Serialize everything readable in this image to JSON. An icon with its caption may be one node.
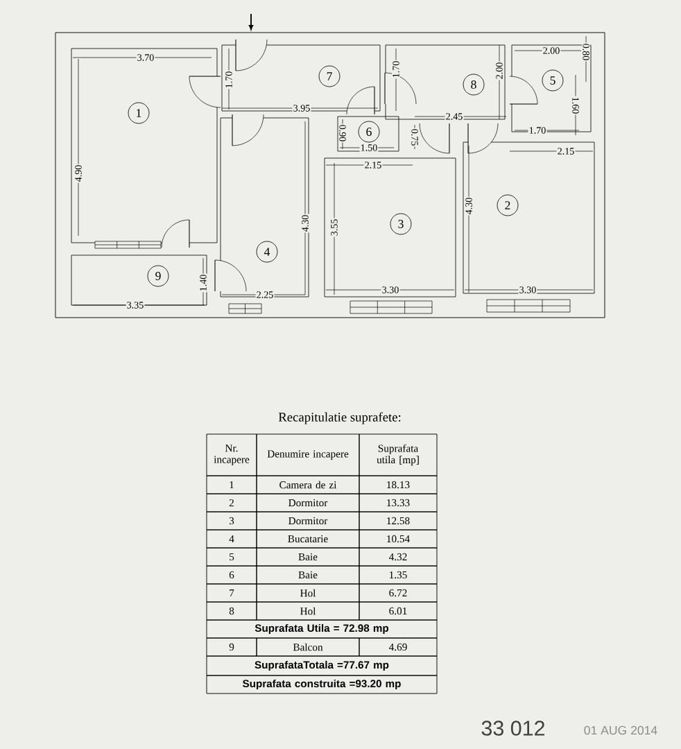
{
  "diagram": {
    "nodes": [
      {
        "text": [
          "7"
        ]
      },
      {
        "text": [
          "8"
        ]
      },
      {
        "text": [
          "5"
        ]
      },
      {
        "text": [
          "1"
        ]
      },
      {
        "text": [
          "6"
        ]
      },
      {
        "text": [
          "2"
        ]
      },
      {
        "text": [
          "3"
        ]
      },
      {
        "text": [
          "4"
        ]
      },
      {
        "text": [
          "9"
        ]
      }
    ],
    "labels": [
      "3.70",
      "1.70",
      "4.90",
      "3.95",
      "1.70",
      "2.00",
      "2.00",
      "0.80",
      "1.60",
      "2.45",
      "1.70",
      "2.15",
      "0.90",
      "1.50",
      "0.75",
      "2.15",
      "4.30",
      "3.55",
      "4.30",
      "3.30",
      "3.30",
      "2.25",
      "1.40",
      "3.35",
      "Recapitulatie suprafete:",
      "Nr. incapere",
      "Denumire incapere",
      "Suprafata utila [mp]",
      "1",
      "Camera de zi",
      "18.13",
      "2",
      "Dormitor",
      "13.33",
      "3",
      "Dormitor",
      "12.58",
      "4",
      "Bucatarie",
      "10.54",
      "5",
      "Baie",
      "4.32",
      "6",
      "Baie",
      "1.35",
      "7",
      "Hol",
      "6.72",
      "8",
      "Hol",
      "6.01",
      "Suprafata Utila  = 72.98 mp",
      "9",
      "Balcon",
      "4.69",
      "SuprafataTotala  =77.67 mp",
      "Suprafata construita  =93.20 mp",
      "33 012",
      "01 AUG 2014"
    ]
  }
}
